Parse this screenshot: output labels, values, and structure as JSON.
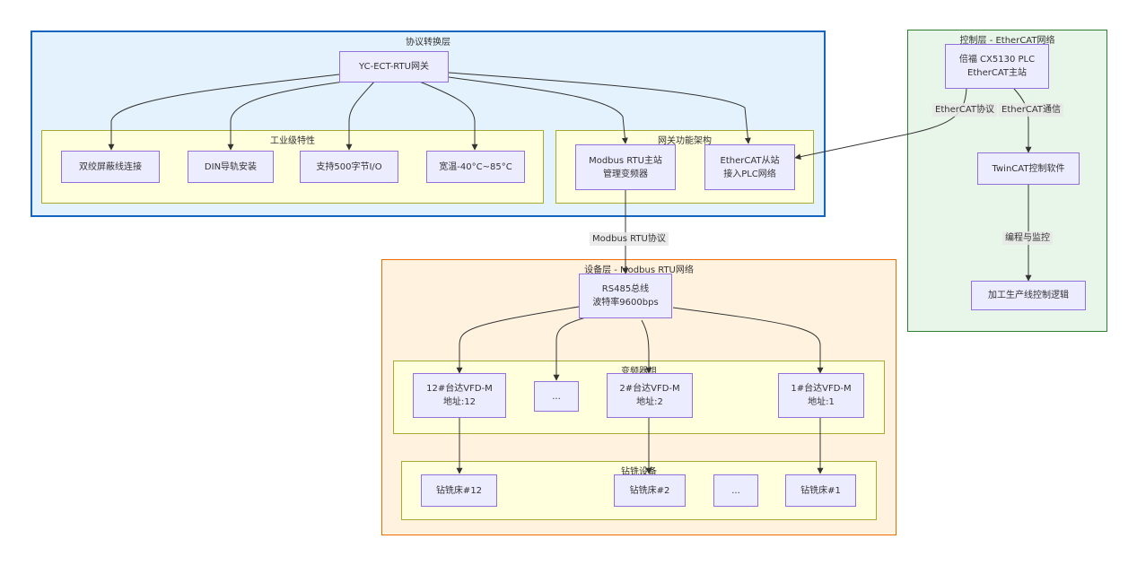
{
  "groups": {
    "protocol_layer": "协议转换层",
    "industrial": "工业级特性",
    "gateway_arch": "网关功能架构",
    "control_layer": "控制层 - EtherCAT网络",
    "device_layer": "设备层 - Modbus RTU网络",
    "vfd_group": "变频器组",
    "drill_group": "钻铣设备"
  },
  "nodes": {
    "gateway": "YC-ECT-RTU网关",
    "twisted": "双绞屏蔽线连接",
    "din": "DIN导轨安装",
    "io500": "支持500字节I/O",
    "temp": "宽温-40°C~85°C",
    "modbus_master": [
      "Modbus RTU主站",
      "管理变频器"
    ],
    "ethercat_slave": [
      "EtherCAT从站",
      "接入PLC网络"
    ],
    "plc": [
      "倍福 CX5130 PLC",
      "EtherCAT主站"
    ],
    "twincat": "TwinCAT控制软件",
    "logic": "加工生产线控制逻辑",
    "rs485": [
      "RS485总线",
      "波特率9600bps"
    ],
    "vfd12": [
      "12#台达VFD-M",
      "地址:12"
    ],
    "vfd_more": "...",
    "vfd2": [
      "2#台达VFD-M",
      "地址:2"
    ],
    "vfd1": [
      "1#台达VFD-M",
      "地址:1"
    ],
    "drill12": "钻铣床#12",
    "drill2": "钻铣床#2",
    "drill_more": "...",
    "drill1": "钻铣床#1"
  },
  "edge_labels": {
    "ethercat_protocol": "EtherCAT协议",
    "ethercat_comm": "EtherCAT通信",
    "program_monitor": "编程与监控",
    "modbus_protocol": "Modbus RTU协议"
  },
  "colors": {
    "node_fill": "#ececff",
    "node_border": "#9370db",
    "protocol_fill": "#e3f2fd",
    "protocol_border": "#1565c0",
    "control_fill": "#e8f5e9",
    "control_border": "#2e7d32",
    "device_fill": "#fff3e0",
    "device_border": "#ef6c00",
    "subgroup_fill": "#ffffde",
    "subgroup_border": "#aaaa33",
    "edge": "#333333"
  }
}
